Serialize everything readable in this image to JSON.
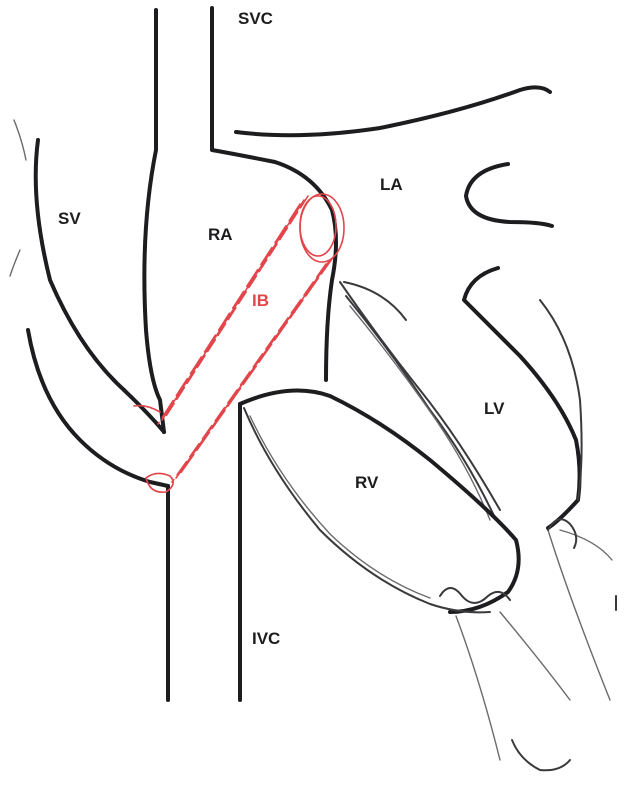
{
  "labels": {
    "svc": "SVC",
    "la": "LA",
    "sv": "SV",
    "ra": "RA",
    "ib": "IB",
    "lv": "LV",
    "rv": "RV",
    "ivc": "IVC"
  },
  "colors": {
    "ink": "#1d1d1f",
    "baffle": "#e2454a"
  }
}
